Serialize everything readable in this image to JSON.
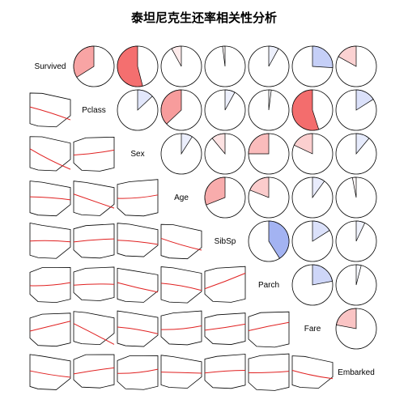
{
  "chart_data": {
    "type": "corrgram",
    "title": "泰坦尼克生还率相关性分析",
    "variables": [
      "Survived",
      "Pclass",
      "Sex",
      "Age",
      "SibSp",
      "Parch",
      "Fare",
      "Embarked"
    ],
    "upper_panel": "pie",
    "lower_panel": "loess scatter (points hidden)",
    "colors": {
      "positive": "#4c6ae6",
      "negative": "#ee2a2a"
    },
    "correlations": [
      {
        "a": "Survived",
        "b": "Pclass",
        "r": -0.34
      },
      {
        "a": "Survived",
        "b": "Sex",
        "r": -0.54
      },
      {
        "a": "Survived",
        "b": "Age",
        "r": -0.08
      },
      {
        "a": "Survived",
        "b": "SibSp",
        "r": -0.02
      },
      {
        "a": "Survived",
        "b": "Parch",
        "r": 0.08
      },
      {
        "a": "Survived",
        "b": "Fare",
        "r": 0.26
      },
      {
        "a": "Survived",
        "b": "Embarked",
        "r": -0.17
      },
      {
        "a": "Pclass",
        "b": "Sex",
        "r": 0.13
      },
      {
        "a": "Pclass",
        "b": "Age",
        "r": -0.37
      },
      {
        "a": "Pclass",
        "b": "SibSp",
        "r": 0.08
      },
      {
        "a": "Pclass",
        "b": "Parch",
        "r": 0.02
      },
      {
        "a": "Pclass",
        "b": "Fare",
        "r": -0.55
      },
      {
        "a": "Pclass",
        "b": "Embarked",
        "r": 0.16
      },
      {
        "a": "Sex",
        "b": "Age",
        "r": 0.09
      },
      {
        "a": "Sex",
        "b": "SibSp",
        "r": -0.11
      },
      {
        "a": "Sex",
        "b": "Parch",
        "r": -0.25
      },
      {
        "a": "Sex",
        "b": "Fare",
        "r": -0.18
      },
      {
        "a": "Sex",
        "b": "Embarked",
        "r": 0.11
      },
      {
        "a": "Age",
        "b": "SibSp",
        "r": -0.31
      },
      {
        "a": "Age",
        "b": "Parch",
        "r": -0.19
      },
      {
        "a": "Age",
        "b": "Fare",
        "r": 0.1
      },
      {
        "a": "Age",
        "b": "Embarked",
        "r": -0.03
      },
      {
        "a": "SibSp",
        "b": "Parch",
        "r": 0.41
      },
      {
        "a": "SibSp",
        "b": "Fare",
        "r": 0.16
      },
      {
        "a": "SibSp",
        "b": "Embarked",
        "r": 0.07
      },
      {
        "a": "Parch",
        "b": "Fare",
        "r": 0.22
      },
      {
        "a": "Parch",
        "b": "Embarked",
        "r": 0.04
      },
      {
        "a": "Fare",
        "b": "Embarked",
        "r": -0.22
      }
    ]
  }
}
